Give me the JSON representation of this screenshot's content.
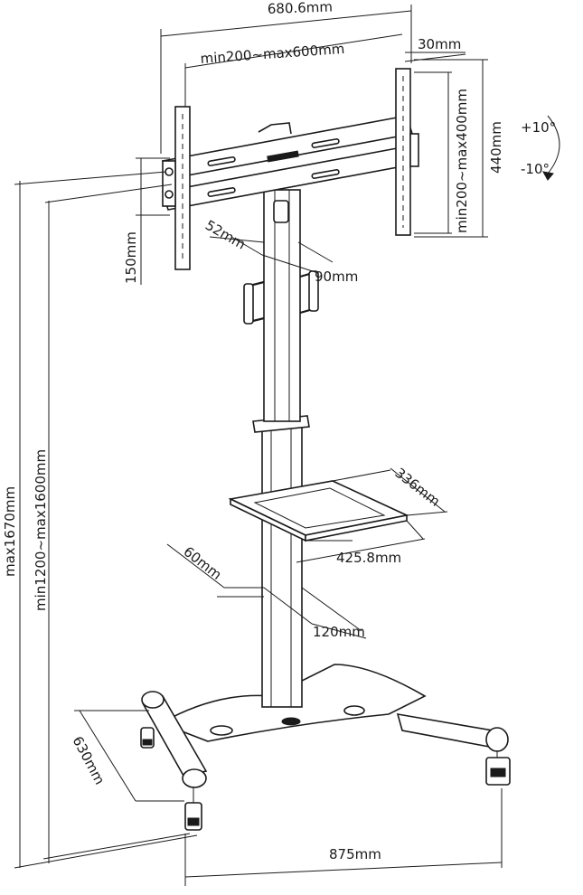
{
  "labels": {
    "overall_width": "680.6mm",
    "vesa_width": "min200~max600mm",
    "bracket_depth": "30mm",
    "vesa_height": "min200~max400mm",
    "bracket_height": "440mm",
    "tilt_up": "+10°",
    "tilt_down": "-10°",
    "bracket_offset": "150mm",
    "column_depth": "52mm",
    "column_width": "90mm",
    "total_height": "max1670mm",
    "adjust_height": "min1200~max1600mm",
    "shelf_depth": "336mm",
    "shelf_width": "425.8mm",
    "lower_depth": "60mm",
    "lower_width": "120mm",
    "base_depth": "630mm",
    "base_width": "875mm"
  },
  "colors": {
    "line": "#1a1a1a",
    "background": "#ffffff"
  }
}
